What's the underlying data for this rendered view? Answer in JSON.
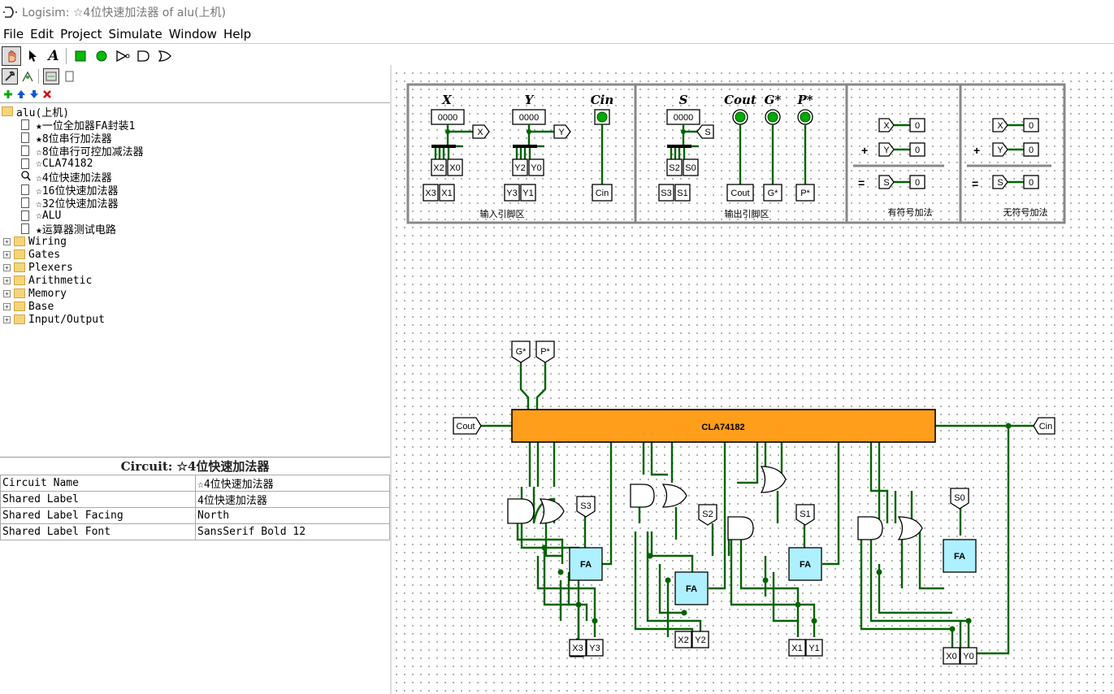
{
  "window": {
    "title": "Logisim: ☆4位快速加法器 of alu(上机)"
  },
  "menu": [
    "File",
    "Edit",
    "Project",
    "Simulate",
    "Window",
    "Help"
  ],
  "toolbar": {
    "tools": [
      "poke-hand-icon",
      "select-arrow-icon",
      "text-tool-icon",
      "input-pin-icon",
      "output-pin-icon",
      "not-gate-icon",
      "and-gate-icon",
      "or-gate-icon"
    ]
  },
  "tree": {
    "project": "alu(上机)",
    "circuits": [
      "★一位全加器FA封装1",
      "★8位串行加法器",
      "☆8位串行可控加减法器",
      "☆CLA74182",
      "☆4位快速加法器",
      "☆16位快速加法器",
      "☆32位快速加法器",
      "☆ALU",
      "★运算器测试电路"
    ],
    "libraries": [
      "Wiring",
      "Gates",
      "Plexers",
      "Arithmetic",
      "Memory",
      "Base",
      "Input/Output"
    ]
  },
  "attributes": {
    "title": "Circuit: ☆4位快速加法器",
    "rows": [
      {
        "key": "Circuit Name",
        "value": "☆4位快速加法器"
      },
      {
        "key": "Shared Label",
        "value": "4位快速加法器"
      },
      {
        "key": "Shared Label Facing",
        "value": "North"
      },
      {
        "key": "Shared Label Font",
        "value": "SansSerif Bold 12"
      }
    ]
  },
  "circuit": {
    "sections": {
      "input_title": "输入引脚区",
      "output_title": "输出引脚区",
      "signed_title": "有符号加法",
      "unsigned_title": "无符号加法"
    },
    "labels": {
      "X": "X",
      "Y": "Y",
      "Cin": "Cin",
      "S": "S",
      "Cout": "Cout",
      "G": "G*",
      "P": "P*",
      "pin_value_4": "0000",
      "pin_value_1": "0",
      "plus": "+",
      "equals": "=",
      "cla": "CLA74182",
      "fa": "FA"
    },
    "tunnels": {
      "x_split": [
        "X3",
        "X1",
        "X2",
        "X0"
      ],
      "y_split": [
        "Y3",
        "Y1",
        "Y2",
        "Y0"
      ],
      "s_split": [
        "S3",
        "S1",
        "S2",
        "S0"
      ],
      "cin": "Cin",
      "cout": "Cout",
      "g": "G*",
      "p": "P*",
      "bottom": [
        "X3",
        "Y3",
        "X2",
        "Y2",
        "X1",
        "Y1",
        "X0",
        "Y0"
      ],
      "s_outs": [
        "S3",
        "S2",
        "S1",
        "S0"
      ]
    }
  }
}
